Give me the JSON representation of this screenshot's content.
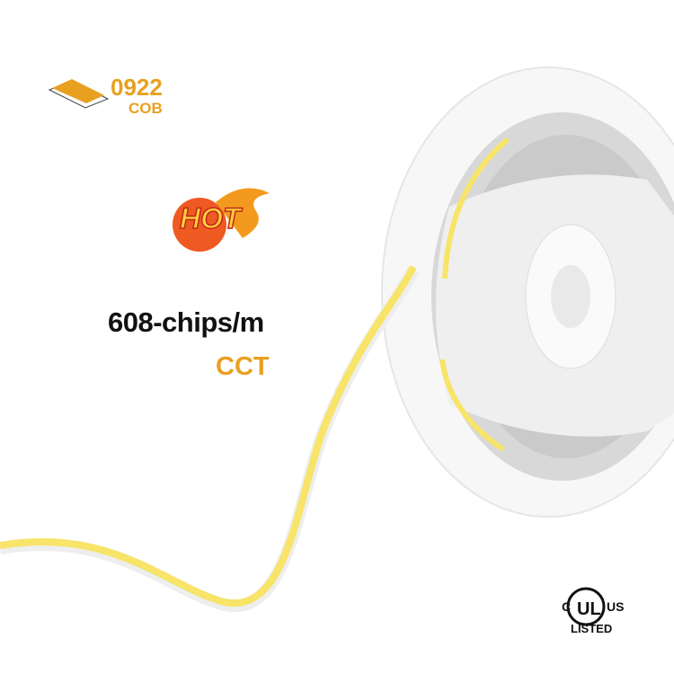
{
  "product": {
    "model": "0922",
    "type": "COB",
    "badge": "HOT",
    "density": "608-chips/m",
    "feature": "CCT"
  },
  "certification": {
    "mark": "UL",
    "left": "C",
    "right": "US",
    "label": "LISTED"
  },
  "colors": {
    "accent": "#e8a020",
    "strip": "#f7e468",
    "reel": "#f2f2f2",
    "text": "#111111"
  },
  "icons": [
    "cob-strip-profile-icon",
    "hot-flame-badge",
    "ul-listed-logo"
  ]
}
